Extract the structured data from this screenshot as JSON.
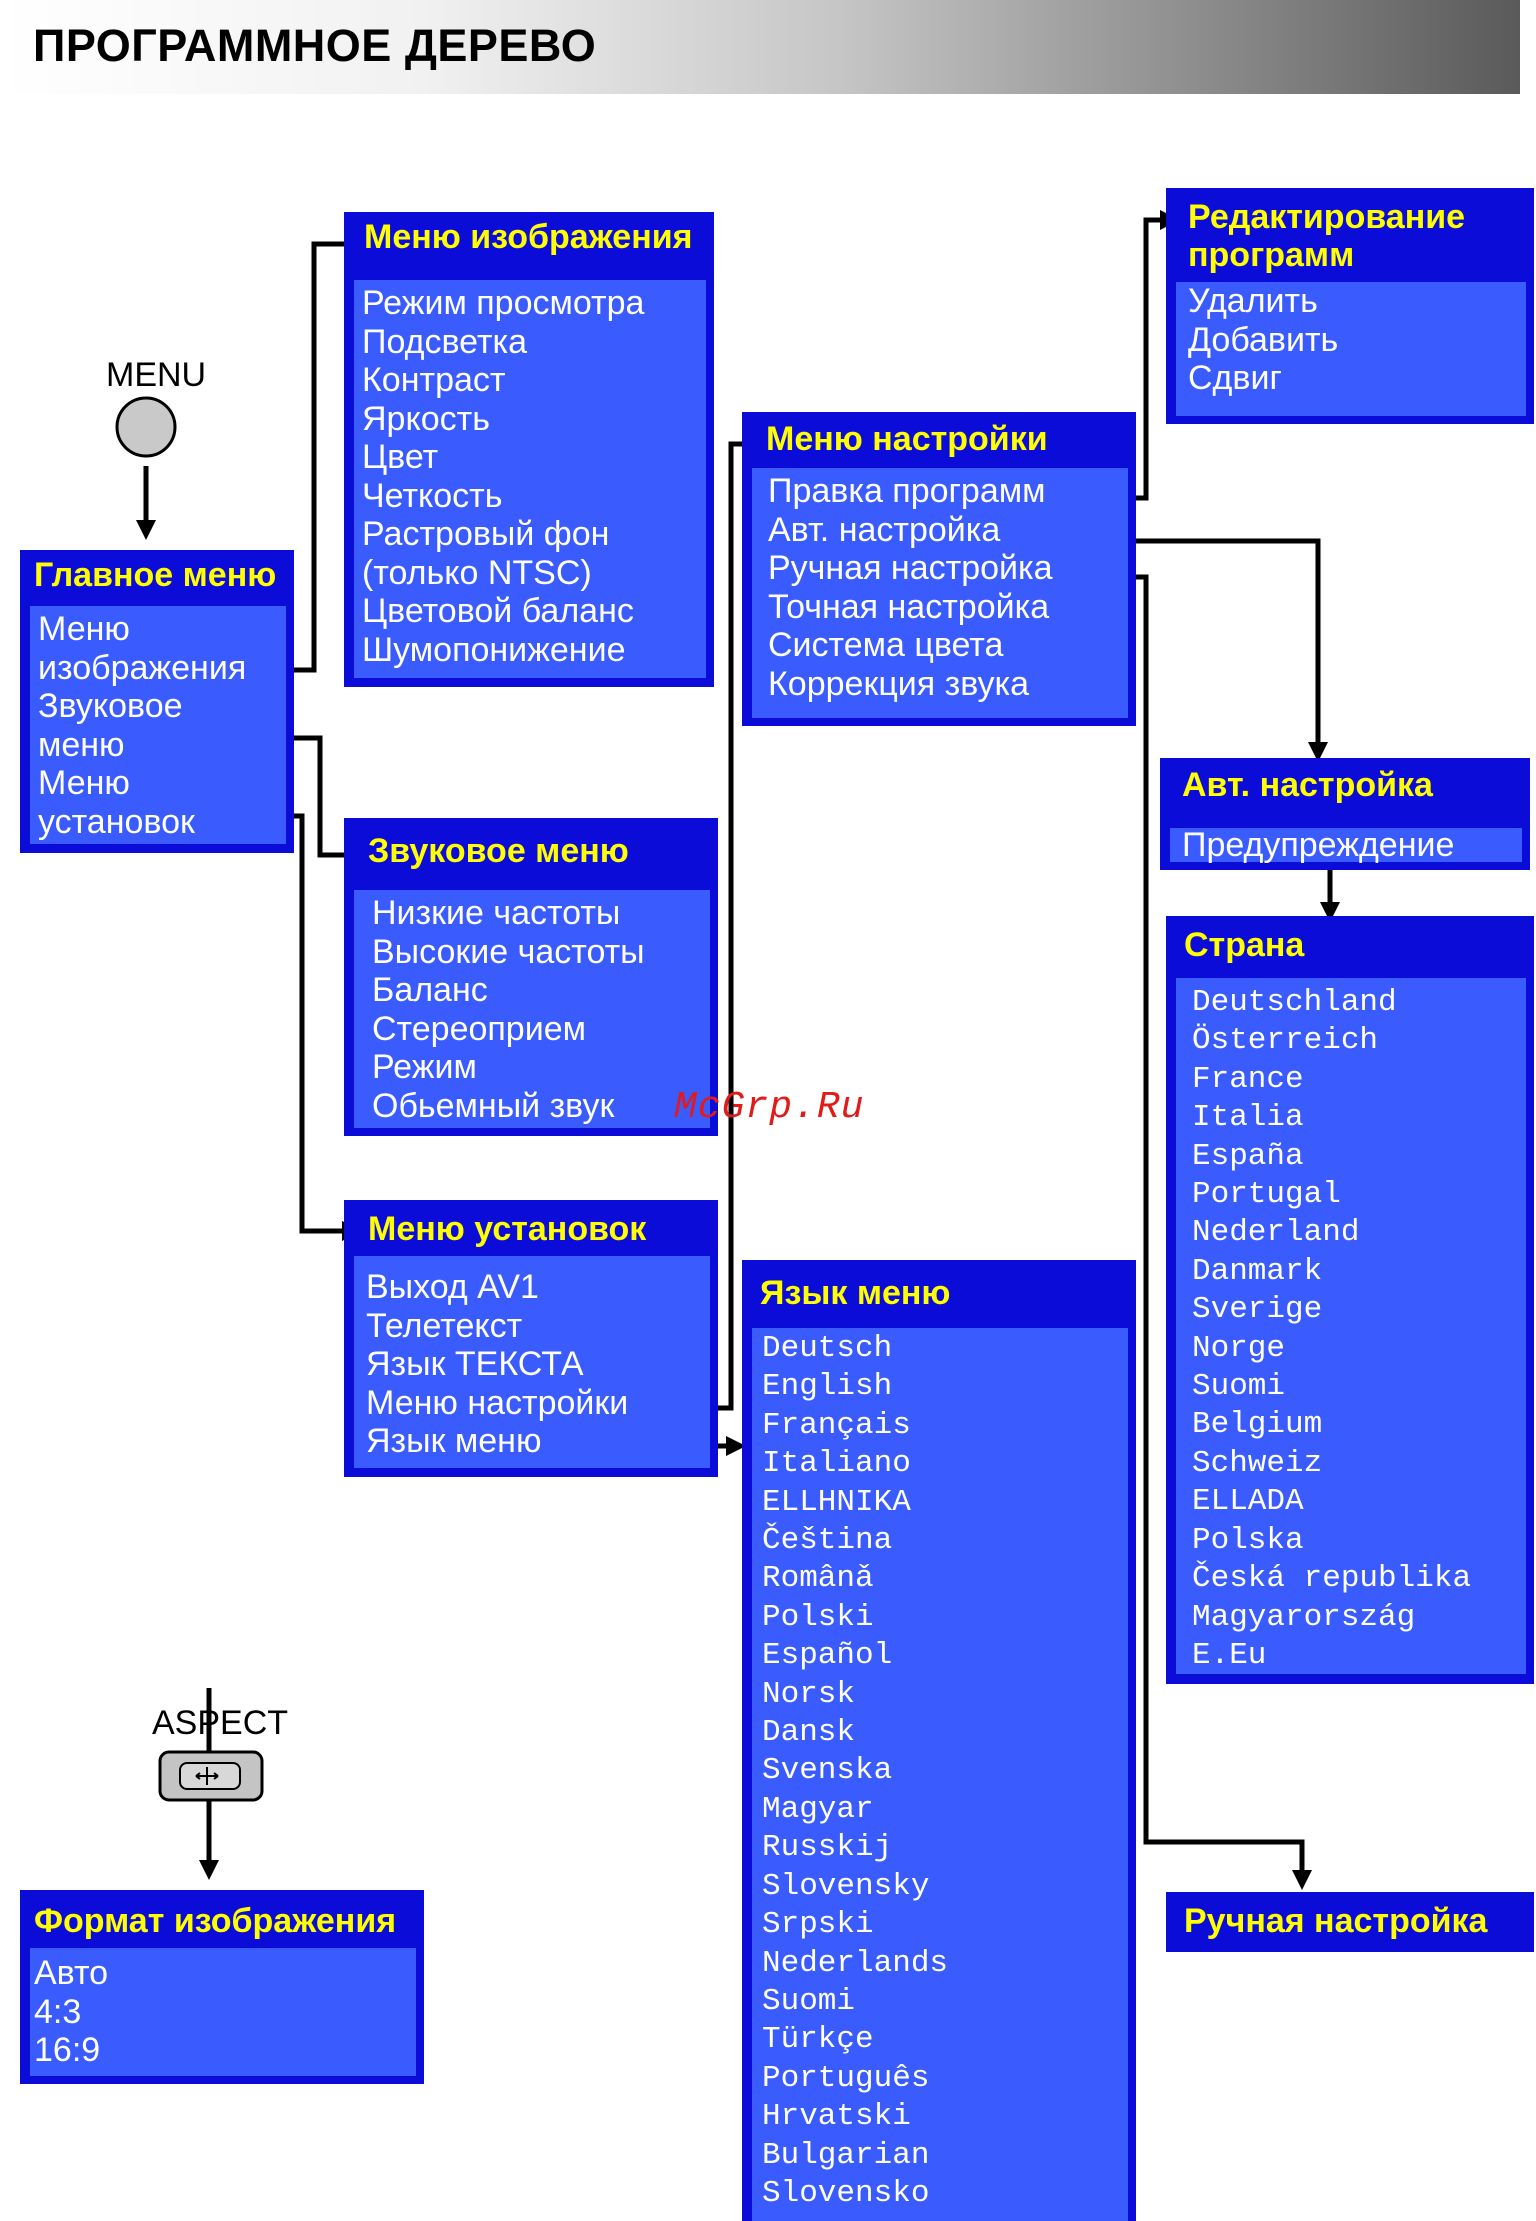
{
  "header": {
    "title": "ПРОГРАММНОЕ ДЕРЕВО"
  },
  "buttons": {
    "menu_label": "MENU",
    "aspect_label": "ASPECT"
  },
  "watermark": "McGrp.Ru",
  "colors": {
    "box_border": "#0c0cd8",
    "box_fill": "#3a5cff",
    "title_text": "#ffff00",
    "item_text": "#ffffff",
    "connector": "#000000"
  },
  "menus": {
    "main": {
      "title": "Главное меню",
      "items": [
        "Меню",
        "изображения",
        "Звуковое",
        "меню",
        "Меню",
        "установок"
      ]
    },
    "picture": {
      "title": "Меню изображения",
      "items": [
        "Режим просмотра",
        "Подсветка",
        "Контраст",
        "Яркость",
        "Цвет",
        "Четкость",
        "Растровый фон",
        "(только NTSC)",
        "Цветовой баланс",
        "Шумопонижение"
      ]
    },
    "sound": {
      "title": "Звуковое меню",
      "items": [
        "Низкие частоты",
        "Высокие частоты",
        "Баланс",
        "Стереоприем",
        "Режим",
        "Обьемный звук"
      ]
    },
    "setup": {
      "title": "Меню установок",
      "items": [
        "Выход AV1",
        "Телетекст",
        "Язык ТЕКСТА",
        "Меню настройки",
        "Язык меню"
      ]
    },
    "tuning": {
      "title": "Меню настройки",
      "items": [
        "Правка программ",
        "Авт. настройка",
        "Ручная настройка",
        "Точная настройка",
        "Система цвета",
        "Коррекция звука"
      ]
    },
    "edit": {
      "title_line1": "Редактирование",
      "title_line2": "программ",
      "items": [
        "Удалить",
        "Добавить",
        "Сдвиг"
      ]
    },
    "auto": {
      "title": "Авт. настройка",
      "items": [
        "Предупреждение"
      ]
    },
    "country": {
      "title": "Страна",
      "items": [
        "Deutschland",
        "Österreich",
        "France",
        "Italia",
        "España",
        "Portugal",
        "Nederland",
        "Danmark",
        "Sverige",
        "Norge",
        "Suomi",
        "Belgium",
        "Schweiz",
        "ELLADA",
        "Polska",
        "Česká republika",
        "Magyarország",
        "E.Eu"
      ]
    },
    "language": {
      "title": "Язык меню",
      "items": [
        "Deutsch",
        "English",
        "Français",
        "Italiano",
        "ELLHNIKA",
        "Čeština",
        "Românǎ",
        "Polski",
        "Español",
        "Norsk",
        "Dansk",
        "Svenska",
        "Magyar",
        "Russkij",
        "Slovensky",
        "Srpski",
        "Nederlands",
        "Suomi",
        "Türkçe",
        "Português",
        "Hrvatski",
        "Bulgarian",
        "Slovensko"
      ]
    },
    "manual": {
      "title": "Ручная настройка"
    },
    "aspect": {
      "title": "Формат изображения",
      "items": [
        "Авто",
        "4:3",
        "16:9"
      ]
    }
  }
}
